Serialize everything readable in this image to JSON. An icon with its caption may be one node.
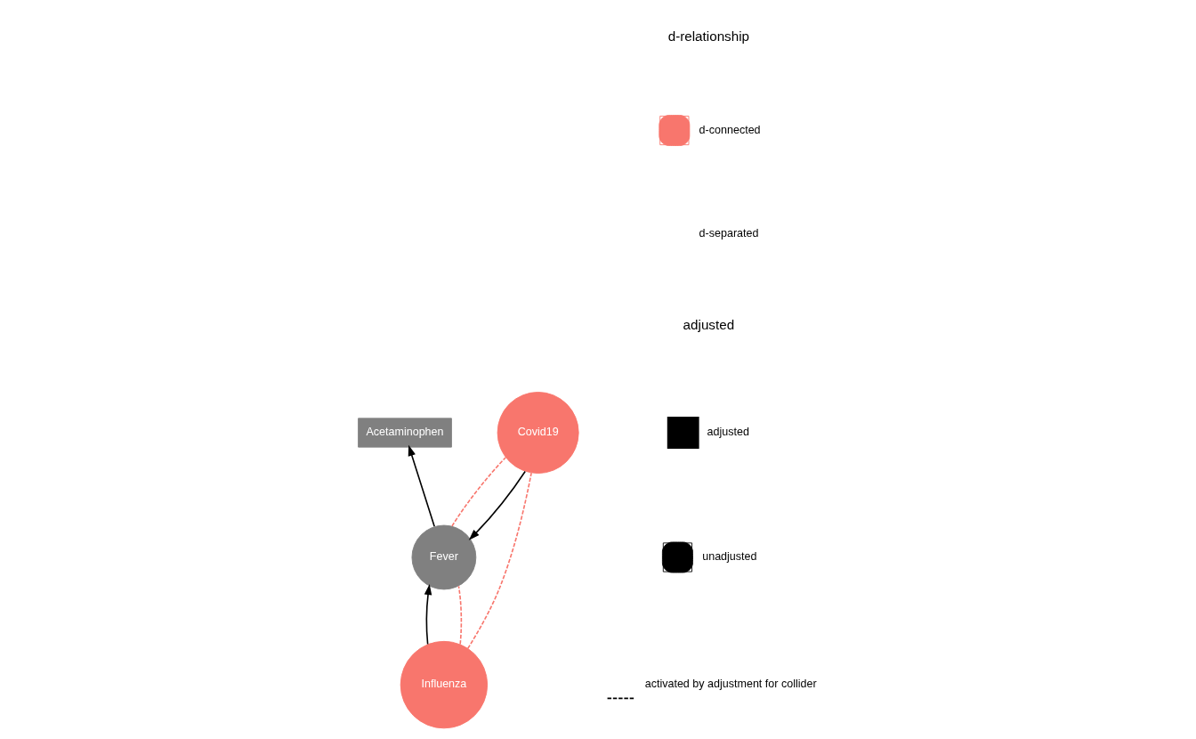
{
  "diagram": {
    "nodes": [
      {
        "text": [
          "Acetaminophen"
        ]
      },
      {
        "text": [
          "Fever"
        ]
      },
      {
        "text": [
          "Influenza"
        ]
      },
      {
        "text": [
          "Covid19"
        ]
      }
    ],
    "edges": [
      {
        "from": 1,
        "to": 0,
        "arrow": "to"
      },
      {
        "from": 2,
        "to": 1,
        "arrow": "to"
      },
      {
        "from": 3,
        "to": 1,
        "arrow": "to"
      },
      {
        "from": 2,
        "to": 1,
        "arrow": "none",
        "style": "dashed",
        "color": "#f8766d"
      },
      {
        "from": 1,
        "to": 3,
        "arrow": "none",
        "style": "dashed",
        "color": "#f8766d"
      },
      {
        "from": 2,
        "to": 3,
        "arrow": "none",
        "style": "dashed",
        "color": "#f8766d"
      }
    ],
    "labels": [
      "d-relationship",
      "adjusted"
    ],
    "legend": [
      {
        "text": "d-connected",
        "color": "#f8766d"
      },
      {
        "text": "d-separated"
      },
      {
        "text": "adjusted"
      },
      {
        "text": "unadjusted"
      },
      {
        "text": "activated by adjustment for collider"
      }
    ]
  }
}
